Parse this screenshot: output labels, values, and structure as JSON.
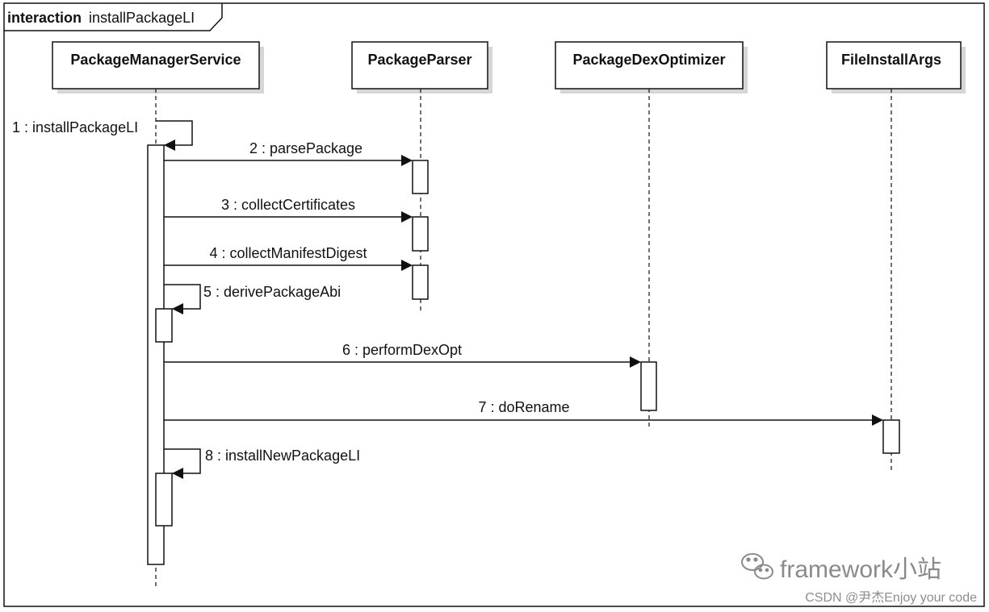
{
  "frame": {
    "keyword": "interaction",
    "name": "installPackageLI"
  },
  "lifelines": [
    {
      "id": "pms",
      "name": "PackageManagerService"
    },
    {
      "id": "parser",
      "name": "PackageParser"
    },
    {
      "id": "dexopt",
      "name": "PackageDexOptimizer"
    },
    {
      "id": "fia",
      "name": "FileInstallArgs"
    }
  ],
  "messages": [
    {
      "index": 1,
      "text": "1 : installPackageLI",
      "from": "pms",
      "to": "pms",
      "self": true
    },
    {
      "index": 2,
      "text": "2 : parsePackage",
      "from": "pms",
      "to": "parser"
    },
    {
      "index": 3,
      "text": "3 : collectCertificates",
      "from": "pms",
      "to": "parser"
    },
    {
      "index": 4,
      "text": "4 : collectManifestDigest",
      "from": "pms",
      "to": "parser"
    },
    {
      "index": 5,
      "text": "5 : derivePackageAbi",
      "from": "pms",
      "to": "pms",
      "self": true
    },
    {
      "index": 6,
      "text": "6 : performDexOpt",
      "from": "pms",
      "to": "dexopt"
    },
    {
      "index": 7,
      "text": "7 : doRename",
      "from": "pms",
      "to": "fia"
    },
    {
      "index": 8,
      "text": "8 : installNewPackageLI",
      "from": "pms",
      "to": "pms",
      "self": true
    }
  ],
  "watermark": {
    "text": "framework小站",
    "icon": "wechat-icon",
    "footer": "CSDN @尹杰Enjoy your code"
  },
  "colors": {
    "line": "#111111",
    "shadow": "#d6d6d6",
    "watermark": "#8a8a8a"
  }
}
